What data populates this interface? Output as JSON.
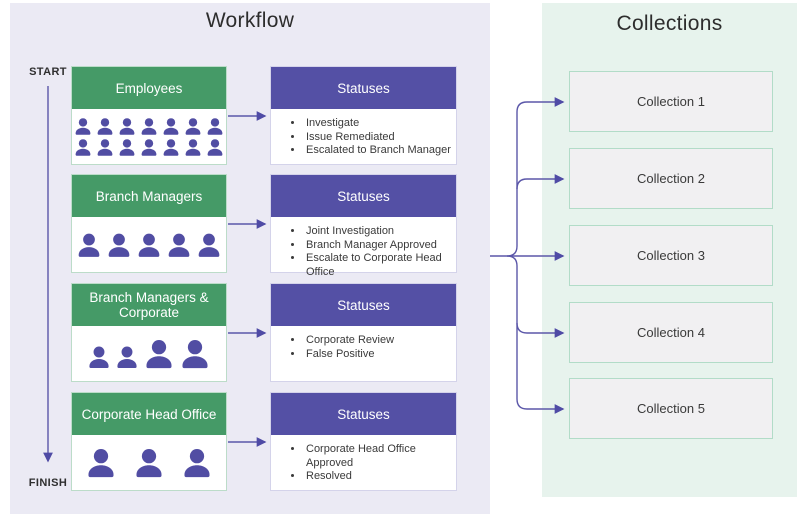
{
  "titles": {
    "workflow": "Workflow",
    "collections": "Collections"
  },
  "flow_labels": {
    "start": "START",
    "finish": "FINISH"
  },
  "statuses_header": "Statuses",
  "colors": {
    "green": "#459a67",
    "purple": "#5450a5",
    "person": "#514da3",
    "lavender": "#ebeaf4",
    "mint": "#e7f3ed",
    "line": "#5b57a9",
    "arrow": "#4f4ba5",
    "box-fill": "#f1f0f2",
    "box-border": "#b2dcc8"
  },
  "stages": [
    {
      "label": "Employees",
      "people": {
        "rows": [
          7,
          7
        ],
        "size": 20
      },
      "statuses": [
        "Investigate",
        "Issue Remediated",
        "Escalated to Branch Manager"
      ]
    },
    {
      "label": "Branch Managers",
      "people": {
        "rows": [
          5
        ],
        "size": 28
      },
      "statuses": [
        "Joint Investigation",
        "Branch Manager Approved",
        "Escalate to Corporate Head Office"
      ]
    },
    {
      "label": "Branch Managers & Corporate",
      "people": {
        "rows": [
          4
        ],
        "size": 30,
        "sizes": [
          26,
          26,
          34,
          34
        ]
      },
      "statuses": [
        "Corporate Review",
        "False Positive"
      ]
    },
    {
      "label": "Corporate Head Office",
      "people": {
        "rows": [
          3
        ],
        "size": 34,
        "gap": 14
      },
      "statuses": [
        "Corporate Head Office Approved",
        "Resolved"
      ]
    }
  ],
  "collections": [
    {
      "label": "Collection 1"
    },
    {
      "label": "Collection 2"
    },
    {
      "label": "Collection 3"
    },
    {
      "label": "Collection 4"
    },
    {
      "label": "Collection 5"
    }
  ]
}
